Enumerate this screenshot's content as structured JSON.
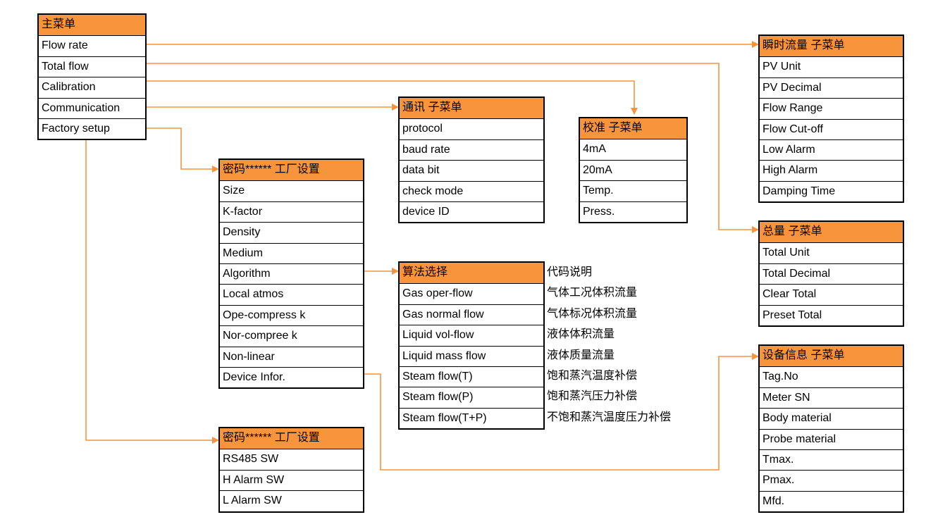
{
  "accent_color": "#f7943c",
  "line_color": "#f7943c",
  "menus": {
    "main": {
      "title": "主菜单",
      "items": [
        "Flow rate",
        "Total flow",
        "Calibration",
        "Communication",
        "Factory setup"
      ]
    },
    "flow_rate": {
      "title": "瞬时流量 子菜单",
      "items": [
        "PV Unit",
        "PV Decimal",
        "Flow Range",
        "Flow Cut-off",
        "Low Alarm",
        "High Alarm",
        "Damping Time"
      ]
    },
    "total_flow": {
      "title": "总量 子菜单",
      "items": [
        "Total Unit",
        "Total Decimal",
        "Clear Total",
        "Preset Total"
      ]
    },
    "communication": {
      "title": "通讯 子菜单",
      "items": [
        "protocol",
        "baud rate",
        "data bit",
        "check mode",
        "device ID"
      ]
    },
    "calibration": {
      "title": "校准 子菜单",
      "items": [
        "4mA",
        "20mA",
        "Temp.",
        "Press."
      ]
    },
    "factory": {
      "title": "密码****** 工厂设置",
      "items": [
        "Size",
        "K-factor",
        "Density",
        "Medium",
        "Algorithm",
        "Local atmos",
        "Ope-compress k",
        "Nor-compree k",
        "Non-linear",
        "Device Infor."
      ]
    },
    "algorithm": {
      "title": "算法选择",
      "items": [
        "Gas oper-flow",
        "Gas normal flow",
        "Liquid vol-flow",
        "Liquid mass flow",
        "Steam flow(T)",
        "Steam flow(P)",
        "Steam flow(T+P)"
      ]
    },
    "device_info": {
      "title": "设备信息 子菜单",
      "items": [
        "Tag.No",
        "Meter SN",
        "Body material",
        "Probe material",
        "Tmax.",
        "Pmax.",
        "Mfd."
      ]
    },
    "factory_alarm": {
      "title": "密码****** 工厂设置",
      "items": [
        "RS485 SW",
        "H Alarm SW",
        "L Alarm SW"
      ]
    }
  },
  "algorithm_codes": {
    "title": "代码说明",
    "items": [
      "气体工况体积流量",
      "气体标况体积流量",
      "液体体积流量",
      "液体质量流量",
      "饱和蒸汽温度补偿",
      "饱和蒸汽压力补偿",
      "不饱和蒸汽温度压力补偿"
    ]
  }
}
